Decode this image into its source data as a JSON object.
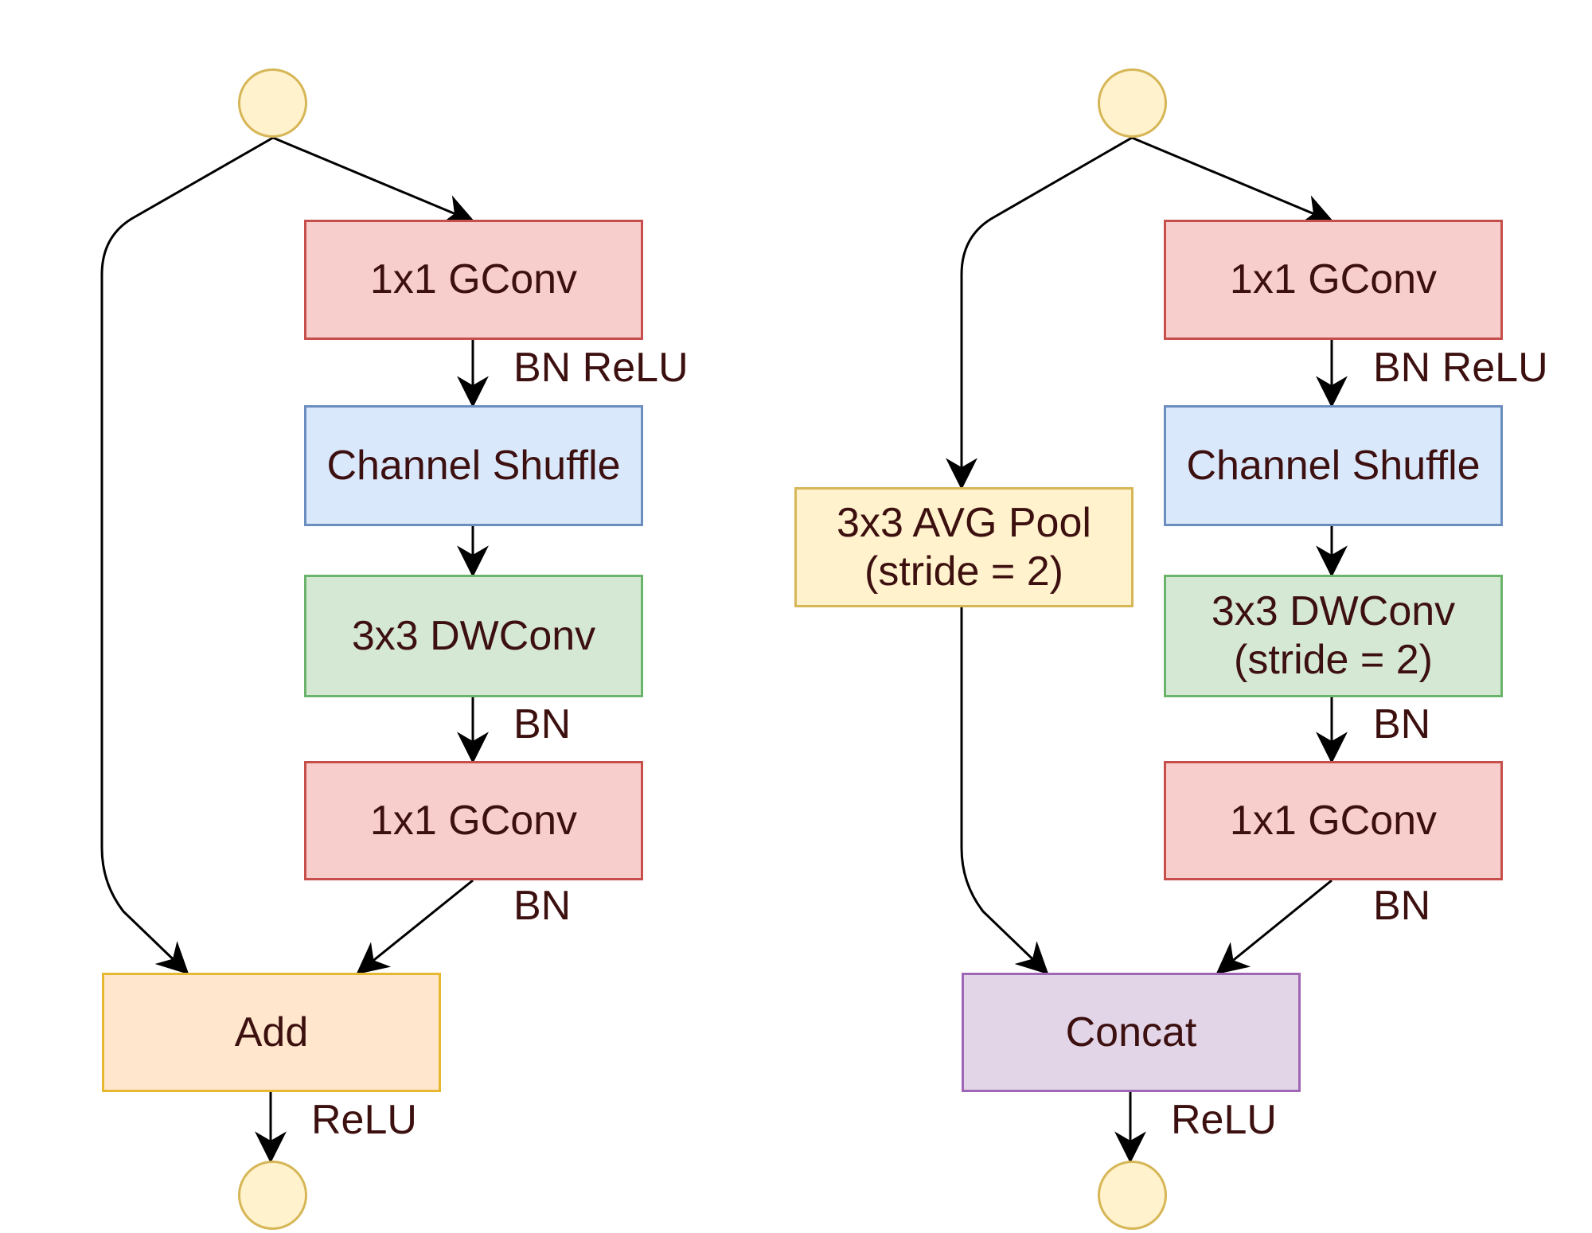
{
  "diagrams": [
    {
      "side": "left",
      "nodes": {
        "gconv1": "1x1 GConv",
        "shuffle": "Channel Shuffle",
        "dwconv": "3x3 DWConv",
        "gconv2": "1x1 GConv",
        "merge": "Add"
      },
      "edge_labels": {
        "after_gconv1": "BN ReLU",
        "after_dwconv": "BN",
        "after_gconv2": "BN",
        "after_merge": "ReLU"
      }
    },
    {
      "side": "right",
      "nodes": {
        "pool_line1": "3x3 AVG Pool",
        "pool_line2": "(stride = 2)",
        "gconv1": "1x1 GConv",
        "shuffle": "Channel Shuffle",
        "dwconv_line1": "3x3 DWConv",
        "dwconv_line2": "(stride = 2)",
        "gconv2": "1x1 GConv",
        "merge": "Concat"
      },
      "edge_labels": {
        "after_gconv1": "BN ReLU",
        "after_dwconv": "BN",
        "after_gconv2": "BN",
        "after_merge": "ReLU"
      }
    }
  ]
}
